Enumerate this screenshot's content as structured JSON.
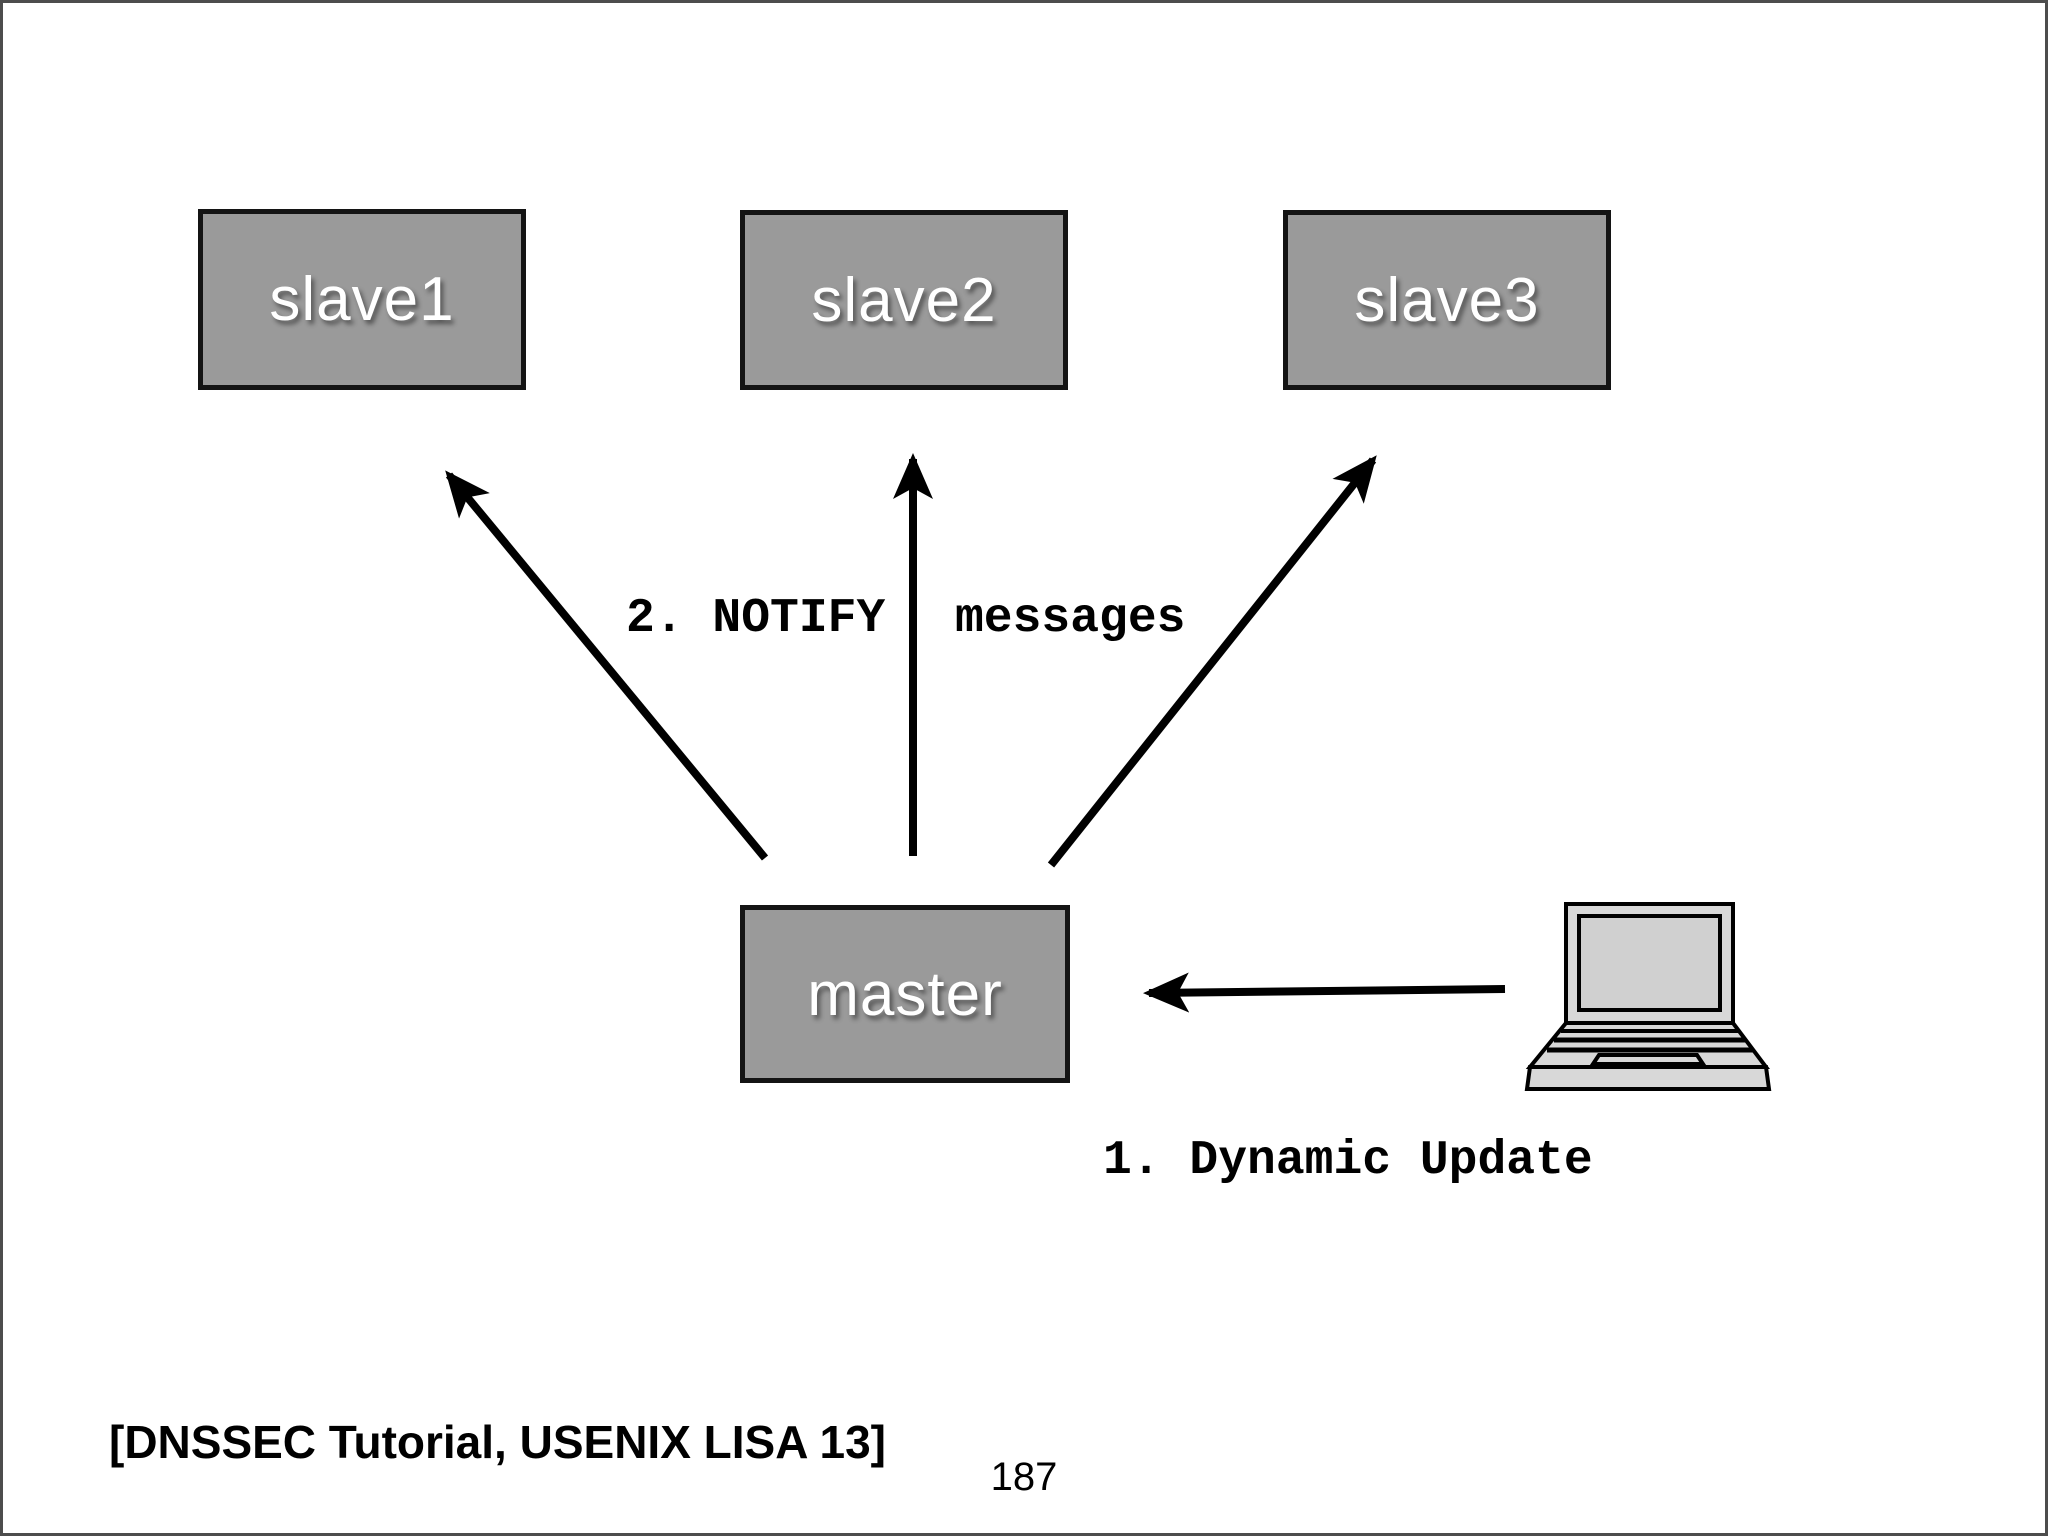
{
  "slide": {
    "nodes": {
      "slave1": "slave1",
      "slave2": "slave2",
      "slave3": "slave3",
      "master": "master"
    },
    "labels": {
      "notify_left": "2. NOTIFY",
      "notify_right": "messages",
      "dynamic_update": "1. Dynamic Update"
    },
    "footer": {
      "citation": "[DNSSEC Tutorial, USENIX LISA 13]",
      "page_number": "187"
    },
    "icons": {
      "laptop": "laptop-icon"
    }
  },
  "colors": {
    "box_fill": "#9a9a9a",
    "box_border": "#141414",
    "box_text": "#ffffff",
    "arrow": "#000000",
    "laptop_fill": "#d8d8d8",
    "laptop_screen": "#d0d0d0",
    "slide_border": "#4d4d4d"
  }
}
